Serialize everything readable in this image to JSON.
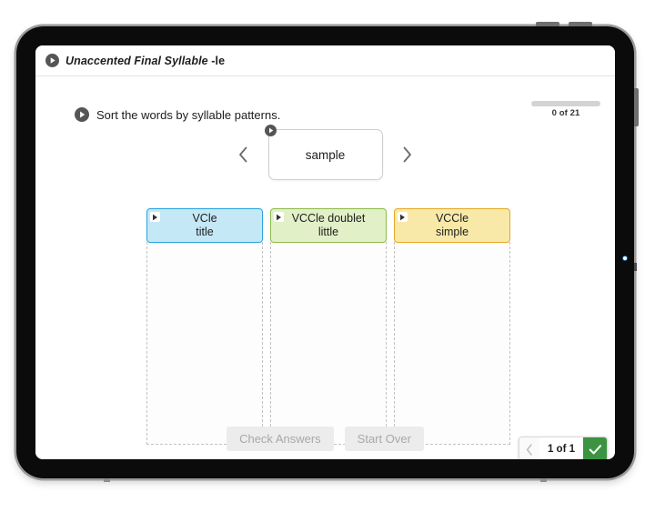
{
  "device": {
    "type": "tablet",
    "icons": {
      "volume_up": "volume-up-button",
      "volume_down": "volume-down-button",
      "power": "power-button",
      "status_dot": "status-dot"
    },
    "status_dot_color": "#1767b0"
  },
  "app": {
    "title": "Unaccented Final Syllable",
    "title_suffix": "-le",
    "title_play_icon": "play-icon"
  },
  "progress": {
    "label": "0 of 21",
    "value": 0,
    "max": 21,
    "track_color": "#d3d3d3"
  },
  "instruction": {
    "play_icon": "play-icon",
    "text": "Sort the words by syllable patterns."
  },
  "sample": {
    "prev_icon": "chevron-left-icon",
    "next_icon": "chevron-right-icon",
    "play_icon": "play-icon",
    "word": "sample"
  },
  "columns": [
    {
      "play_icon": "play-icon",
      "pattern": "VCle",
      "example": "title",
      "fill": "#c5e8f7",
      "border": "#29a3dc",
      "items": []
    },
    {
      "play_icon": "play-icon",
      "pattern": "VCCle doublet",
      "example": "little",
      "fill": "#e2f0c8",
      "border": "#8cba4a",
      "items": []
    },
    {
      "play_icon": "play-icon",
      "pattern": "VCCle",
      "example": "simple",
      "fill": "#f8e9a8",
      "border": "#e5a827",
      "items": []
    }
  ],
  "footer": {
    "check_answers_label": "Check Answers",
    "check_answers_enabled": false,
    "start_over_label": "Start Over",
    "start_over_enabled": false
  },
  "pager": {
    "prev_icon": "chevron-left-icon",
    "label": "1 of 1",
    "confirm_icon": "check-icon",
    "confirm_color": "#3c9442"
  }
}
